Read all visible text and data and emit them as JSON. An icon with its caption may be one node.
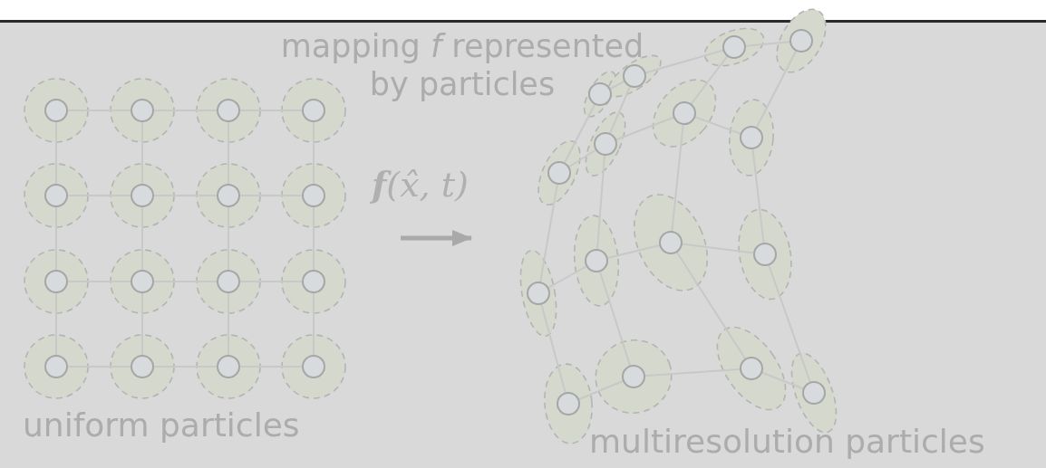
{
  "diagram": {
    "nodes": [
      {
        "text": [],
        "shape": "picture",
        "beside": [
          "uniform particles"
        ]
      },
      {
        "text": [],
        "shape": "picture",
        "beside": [
          "multiresolution particles"
        ]
      }
    ],
    "edges": [
      {
        "from": 0,
        "to": 1,
        "arrow": "to",
        "label": "**f**(x̂, t)"
      }
    ],
    "labels": [
      "mapping *f* represented by particles"
    ]
  }
}
